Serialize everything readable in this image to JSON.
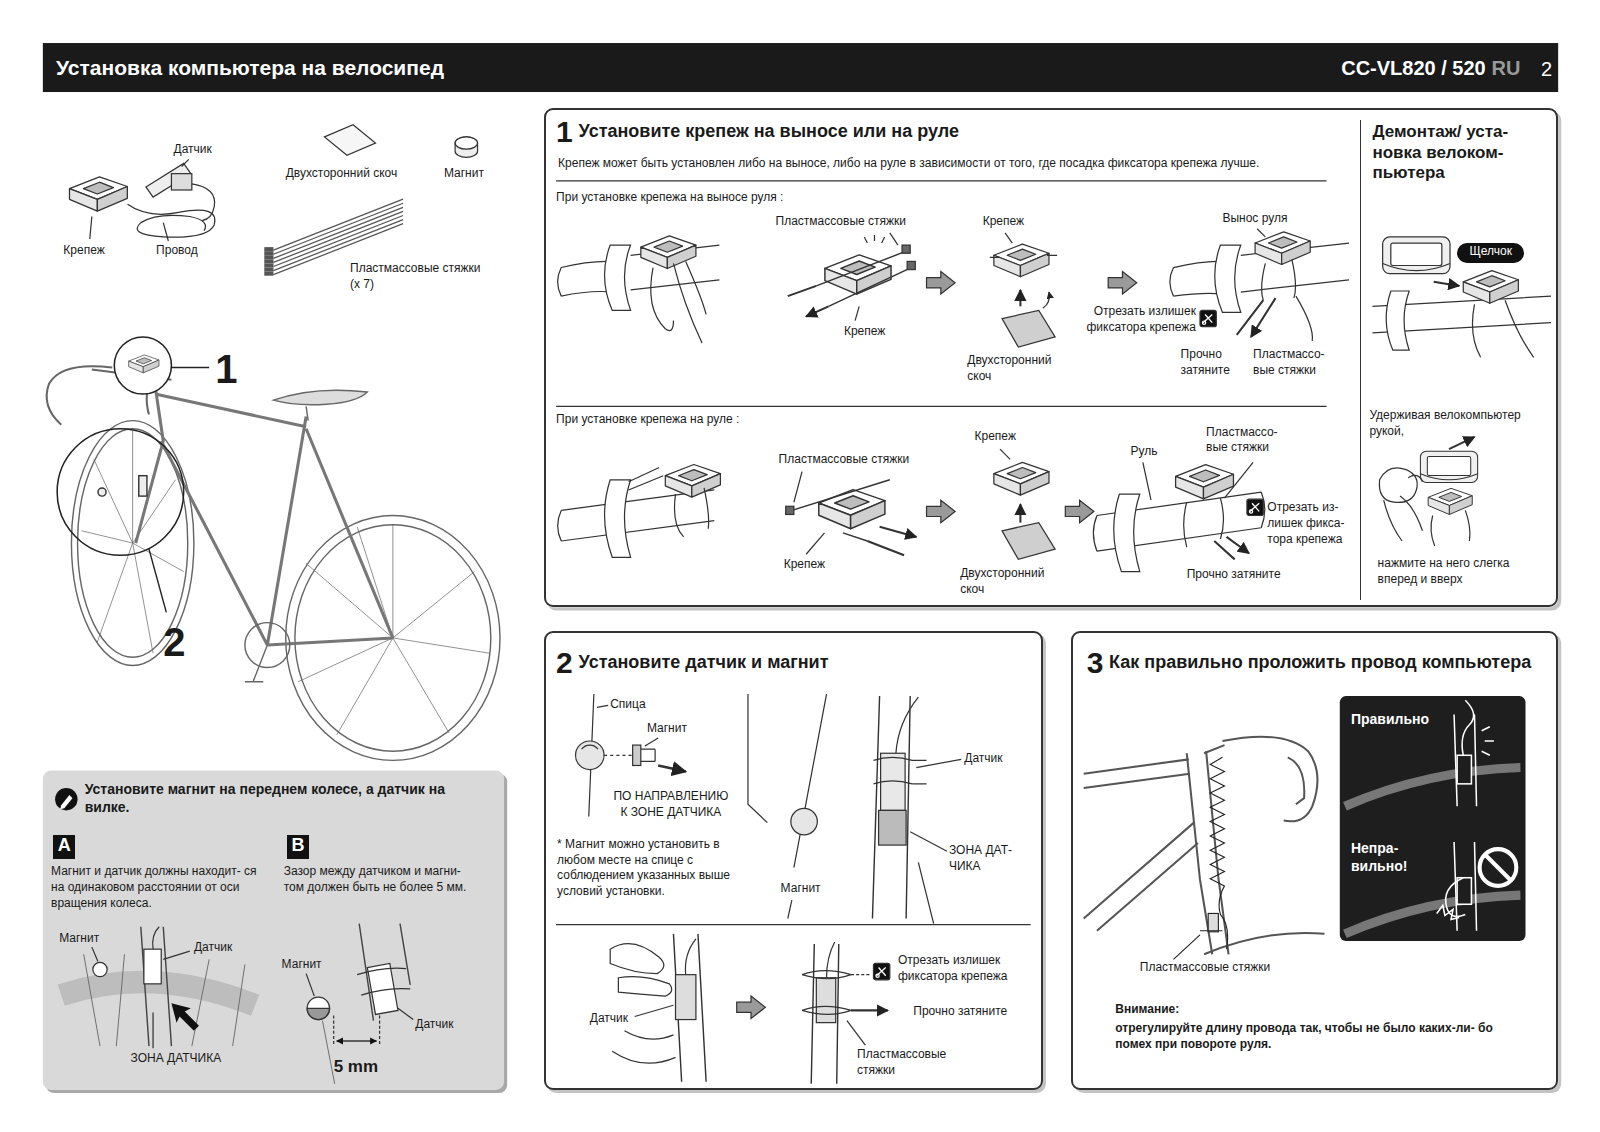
{
  "diagram": {
    "title": "Установка компьютера на велосипед",
    "nodes": [
      {
        "text": [
          "1",
          "Установите крепеж на выносе или на руле",
          "Крепеж может быть установлен либо на выносе, либо на руле в зависимости от того, где посадка фиксатора крепежа лучше."
        ]
      },
      {
        "text": [
          "Демонтаж/ уста- новка велоком- пьютера"
        ],
        "in": 0
      },
      {
        "text": [
          "Щелчок"
        ],
        "in": 1
      },
      {
        "text": [
          "Установите магнит на переднем колесе, а датчик на вилке."
        ]
      },
      {
        "text": [
          "A"
        ],
        "in": 3
      },
      {
        "text": [
          "B"
        ],
        "in": 3
      },
      {
        "text": [
          "2",
          "Установите датчик и магнит"
        ]
      },
      {
        "text": [
          "3",
          "Как правильно проложить провод компьютера"
        ]
      },
      {
        "text": [
          "Правильно",
          "Непра- вильно!"
        ],
        "in": 7
      }
    ],
    "labels": [
      "CC-VL820 / 520",
      "RU",
      "2",
      "Датчик",
      "Крепеж",
      "Провод",
      "Двухсторонний скоч",
      "Магнит",
      "Пластмассовые стяжки (x 7)",
      "1",
      "2",
      "Магнит и датчик должны находит- ся на одинаковом расстоянии от оси вращения колеса.",
      "Магнит",
      "Датчик",
      "ЗОНА ДАТЧИКА",
      "Зазор между датчиком и магни- том должен быть не более 5 мм.",
      "Магнит",
      "Датчик",
      "5 mm",
      "При установке крепежа на выносе руля :",
      "Пластмассовые стяжки",
      "Крепеж",
      "Крепеж",
      "Двухсторонний скоч",
      "Вынос руля",
      "Отрезать излишек фиксатора крепежа",
      "Прочно затяните",
      "Пластмассо- вые стяжки",
      "При установке крепежа на руле :",
      "Крепеж",
      "Пластмассо- вые стяжки",
      "Руль",
      "Пластмассовые стяжки",
      "Крепеж",
      "Двухсторонний скоч",
      "Отрезать из- лишек фикса- тора крепежа",
      "Прочно затяните",
      "Удерживая велокомпьютер рукой,",
      "нажмите на него слегка вперед и вверх",
      "Спица",
      "Магнит",
      "ПО НАПРАВЛЕНИЮ К ЗОНЕ ДАТЧИКА",
      "* Магнит можно установить в любом месте на спице с соблюдением указанных выше условий установки.",
      "Магнит",
      "Датчик",
      "ЗОНА ДАТ- ЧИКА",
      "Датчик",
      "Отрезать излишек фиксатора крепежа",
      "Прочно затяните",
      "Пластмассовые стяжки",
      "Пластмассовые стяжки",
      "Внимание:",
      "отрегулируйте длину провода так, чтобы не было каких-ли- бо помех при повороте руля."
    ]
  }
}
